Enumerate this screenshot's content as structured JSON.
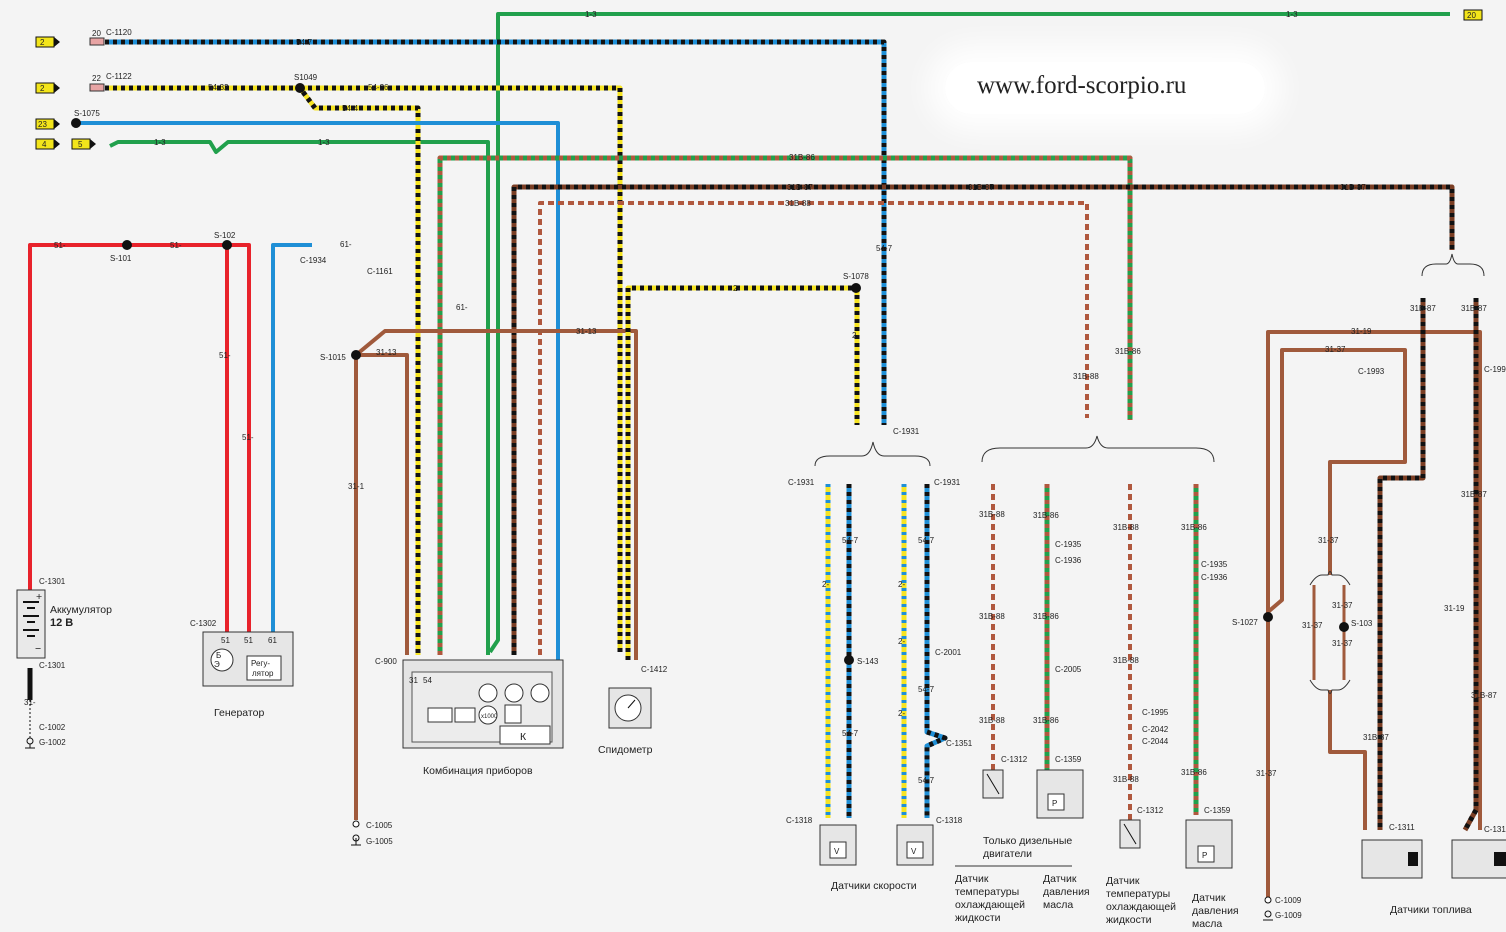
{
  "watermark": "www.ford-scorpio.ru",
  "colors": {
    "red": "#e8222b",
    "blue": "#1f8fd6",
    "green": "#21a04c",
    "yellow": "#f6e423",
    "brown": "#a05a3c",
    "black": "#111111",
    "dark_red_dash": "#b0583e",
    "tag_yellow": "#f3e51a"
  },
  "source_tags": {
    "t1": "2",
    "t2": "2",
    "t3": "23",
    "t4": "4",
    "t5": "5",
    "t6": "20"
  },
  "fuses": {
    "f1": "20",
    "f2": "22"
  },
  "connectors": {
    "c1120": "C-1120",
    "c1122": "C-1122",
    "s1049": "S1049",
    "s1075": "S-1075",
    "s101": "S-101",
    "s102": "S-102",
    "c1934": "C-1934",
    "c1161": "C-1161",
    "s1015": "S-1015",
    "s1078": "S-1078",
    "c1931": "C-1931",
    "c1931b": "C-1931",
    "c1931c": "C-1931",
    "c1301a": "C-1301",
    "c1301b": "C-1301",
    "c1002": "C-1002",
    "g1002": "G-1002",
    "c1302": "C-1302",
    "c900": "C-900",
    "c1412": "C-1412",
    "c1005": "C-1005",
    "g1005": "G-1005",
    "s143": "S-143",
    "c2001": "C-2001",
    "c1351": "C-1351",
    "c1318a": "C-1318",
    "c1318b": "C-1318",
    "c1935a": "C-1935",
    "c1936a": "C-1936",
    "c2005": "C-2005",
    "c1312a": "C-1312",
    "c1359a": "C-1359",
    "c1935b": "C-1935",
    "c1936b": "C-1936",
    "c1995": "C-1995",
    "c2042": "C-2042",
    "c2044": "C-2044",
    "c1312b": "C-1312",
    "c1359b": "C-1359",
    "c1993": "C-1993",
    "c199x": "C-199",
    "s1027": "S-1027",
    "s103": "S-103",
    "c1009": "C-1009",
    "g1009": "G-1009",
    "c1311": "C-1311",
    "c131x": "C-131"
  },
  "wires": {
    "w1_3a": "1-3",
    "w1_3b": "1-3",
    "w54_7": "54-7",
    "w54_32": "54-32",
    "w54_26": "54-26",
    "w54_4": "54-4",
    "w1_3c": "1-3",
    "w1_3d": "1-3",
    "w31b86": "31B-86",
    "w31b87a": "31B-87",
    "w31b87b": "31B-87",
    "w31b87c": "31B-87",
    "w31b88": "31B-88",
    "w51a": "51-",
    "w51b": "51-",
    "w51c": "51-",
    "w51d": "51-",
    "w61a": "61-",
    "w61b": "61-",
    "w2": "2-",
    "w2b": "2-",
    "w54_7b": "54-7",
    "w31_13a": "31-13",
    "w31_13b": "31-13",
    "w31_1": "31-1",
    "w31b88v": "31B-88",
    "w31b86v": "31B-86",
    "sp2a": "2-",
    "sp54a": "54-7",
    "sp54b": "54-7",
    "sp2b": "2-",
    "sp2c": "2-",
    "sp54c": "54-7",
    "sp54d": "54-7",
    "sp2d": "2-",
    "sp54e": "54-7",
    "sp54f": "54-7",
    "d88a": "31B-88",
    "d86a": "31B-86",
    "d88b": "31B-88",
    "d86b": "31B-86",
    "d88c": "31B-88",
    "d86c": "31B-86",
    "d88d": "31B-88",
    "d86d": "31B-86",
    "d88e": "31B-88",
    "d86e": "31B-86",
    "d88f": "31B-88",
    "d86f": "31B-86",
    "d88g": "31B-88",
    "f31_19": "31-19",
    "f31_37a": "31-37",
    "f31b87a": "31B-87",
    "f31b87b": "31B-87",
    "f31b87c": "31B-87",
    "f31_37b": "31-37",
    "f31_37c": "31-37",
    "f31_37d": "31-37",
    "f31_37e": "31-37",
    "f31_37f": "31-37",
    "f31_19b": "31-19",
    "f31b87d": "31B-87",
    "f31b87e": "31B-87",
    "w31_": "31-",
    "p51a": "51",
    "p51b": "51",
    "p61": "61",
    "p31": "31",
    "p54": "54"
  },
  "components": {
    "battery_label": "Аккумулятор",
    "battery_volt": "12 В",
    "generator_label": "Генератор",
    "regulator_label_1": "Регу-",
    "regulator_label_2": "лятор",
    "gen_b": "Б",
    "gen_e": "Э",
    "cluster_label": "Комбинация приборов",
    "cluster_k": "К",
    "cluster_1000": "x1000",
    "speedo_label": "Спидометр",
    "speed_sensors_label": "Датчики скорости",
    "speed_v1": "V",
    "speed_v2": "V",
    "diesel_label_1": "Только дизельные",
    "diesel_label_2": "двигатели",
    "temp1_l1": "Датчик",
    "temp1_l2": "температуры",
    "temp1_l3": "охлаждающей",
    "temp1_l4": "жидкости",
    "press1_l1": "Датчик",
    "press1_l2": "давления",
    "press1_l3": "масла",
    "temp2_l1": "Датчик",
    "temp2_l2": "температуры",
    "temp2_l3": "охлаждающей",
    "temp2_l4": "жидкости",
    "press2_l1": "Датчик",
    "press2_l2": "давления",
    "press2_l3": "масла",
    "p_a": "P",
    "p_b": "P",
    "fuel_label": "Датчики топлива"
  }
}
